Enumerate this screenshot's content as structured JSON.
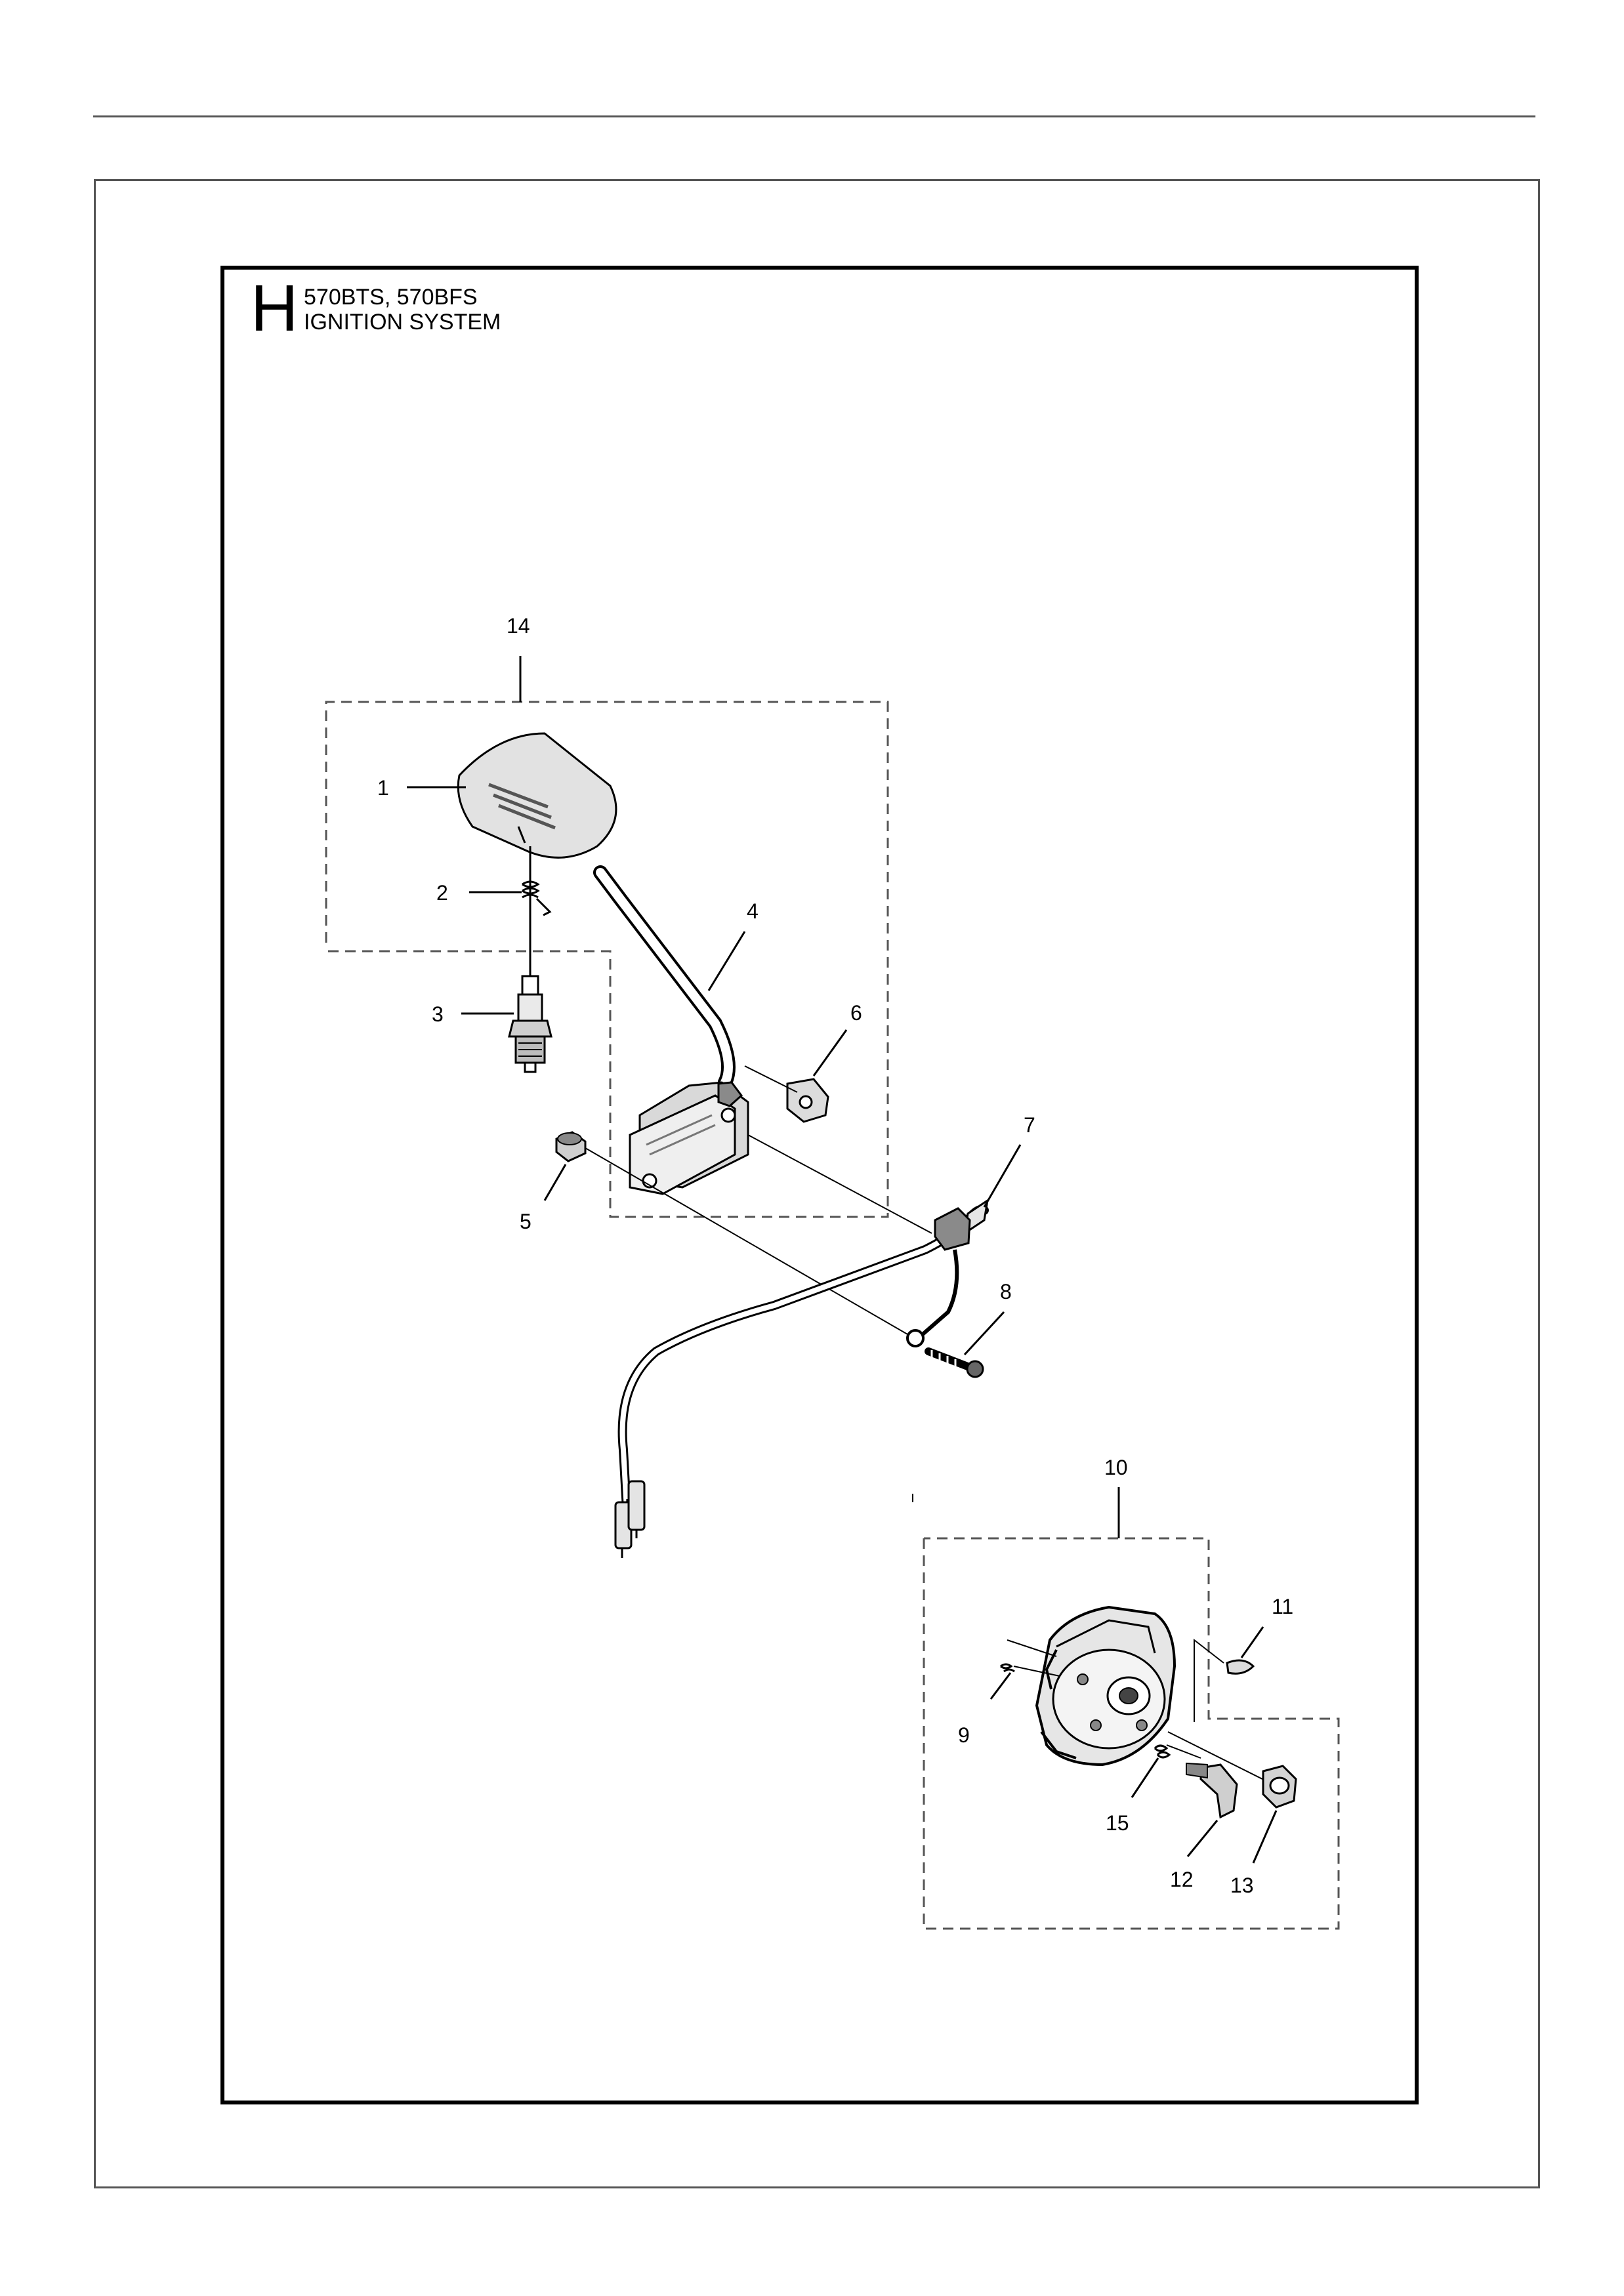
{
  "header": {
    "section_letter": "H",
    "models": "570BTS, 570BFS",
    "section_name": "IGNITION SYSTEM"
  },
  "callouts": [
    "1",
    "2",
    "3",
    "4",
    "5",
    "6",
    "7",
    "8",
    "9",
    "10",
    "11",
    "12",
    "13",
    "14",
    "15"
  ],
  "colors": {
    "line": "#000000",
    "frame_gray": "#555555",
    "part_fill": "#dcdcdc",
    "part_dark": "#8a8a8a"
  }
}
